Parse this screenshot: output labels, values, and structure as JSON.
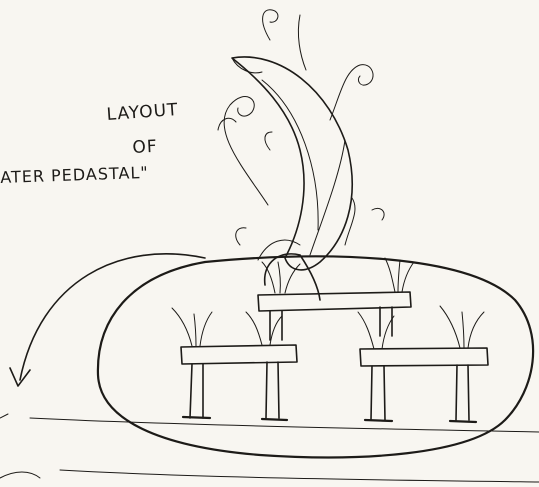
{
  "drawing": {
    "title_lines": [
      "LAYOUT",
      "OF",
      "ATER PEDASTAL\""
    ],
    "ink_color": "#1d1b18",
    "paper_color": "#f8f6f1"
  }
}
